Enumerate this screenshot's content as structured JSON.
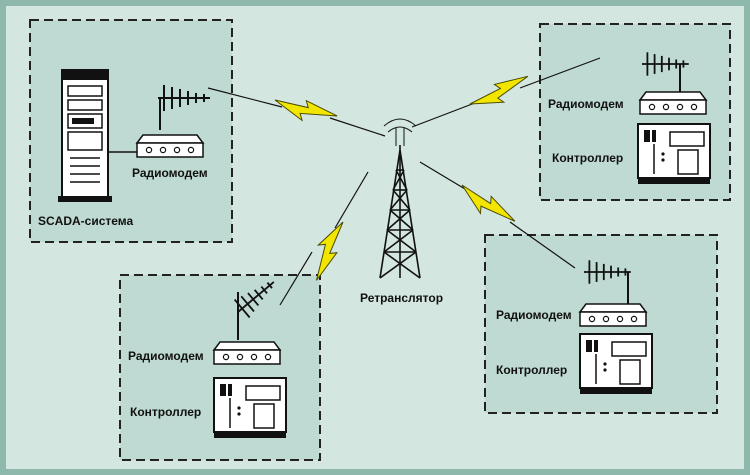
{
  "scada": {
    "name": "SCADA-система",
    "modem_label": "Радиомодем"
  },
  "repeater": {
    "label": "Ретранслятор"
  },
  "sites": [
    {
      "modem_label": "Радиомодем",
      "controller_label": "Контроллер"
    },
    {
      "modem_label": "Радиомодем",
      "controller_label": "Контроллер"
    },
    {
      "modem_label": "Радиомодем",
      "controller_label": "Контроллер"
    }
  ],
  "colors": {
    "background": "#d3e6e0",
    "frame": "#8fb8ad",
    "box_fill": "#bfdad2",
    "lightning": "#f2e600"
  }
}
